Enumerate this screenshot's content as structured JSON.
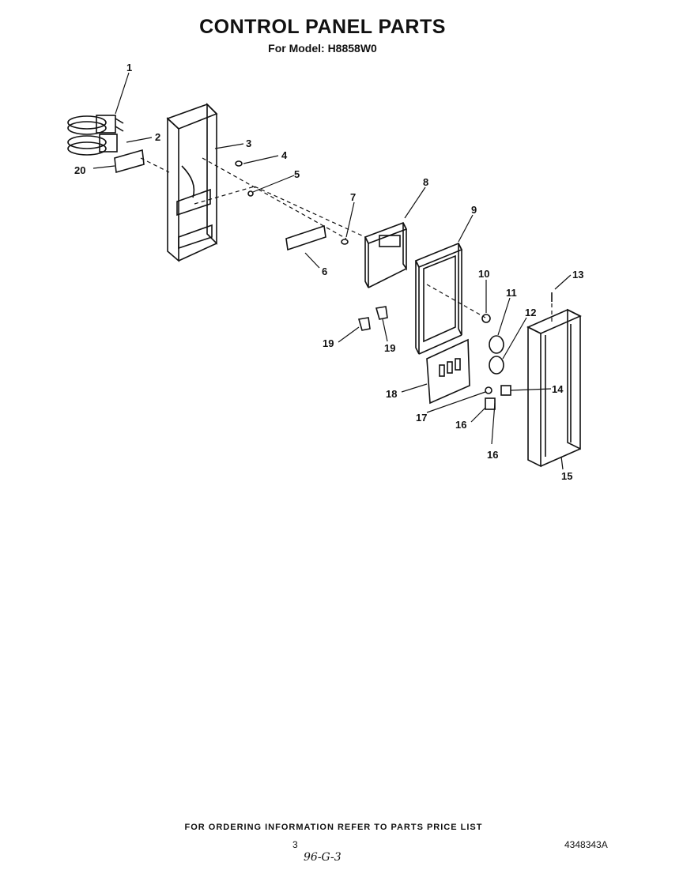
{
  "title": "CONTROL PANEL PARTS",
  "subtitle": "For Model: H8858W0",
  "callouts": [
    {
      "id": "c1",
      "label": "1"
    },
    {
      "id": "c2",
      "label": "2"
    },
    {
      "id": "c3",
      "label": "3"
    },
    {
      "id": "c4",
      "label": "4"
    },
    {
      "id": "c5",
      "label": "5"
    },
    {
      "id": "c6",
      "label": "6"
    },
    {
      "id": "c7",
      "label": "7"
    },
    {
      "id": "c8",
      "label": "8"
    },
    {
      "id": "c9",
      "label": "9"
    },
    {
      "id": "c10",
      "label": "10"
    },
    {
      "id": "c11",
      "label": "11"
    },
    {
      "id": "c12",
      "label": "12"
    },
    {
      "id": "c13",
      "label": "13"
    },
    {
      "id": "c14",
      "label": "14"
    },
    {
      "id": "c15",
      "label": "15"
    },
    {
      "id": "c16a",
      "label": "16"
    },
    {
      "id": "c16b",
      "label": "16"
    },
    {
      "id": "c17",
      "label": "17"
    },
    {
      "id": "c18",
      "label": "18"
    },
    {
      "id": "c19a",
      "label": "19"
    },
    {
      "id": "c19b",
      "label": "19"
    },
    {
      "id": "c20",
      "label": "20"
    }
  ],
  "footer": {
    "ordering_note": "FOR ORDERING INFORMATION REFER TO PARTS PRICE LIST",
    "page_number": "3",
    "doc_number": "4348343A",
    "handwritten_mark": "96-G-3"
  }
}
